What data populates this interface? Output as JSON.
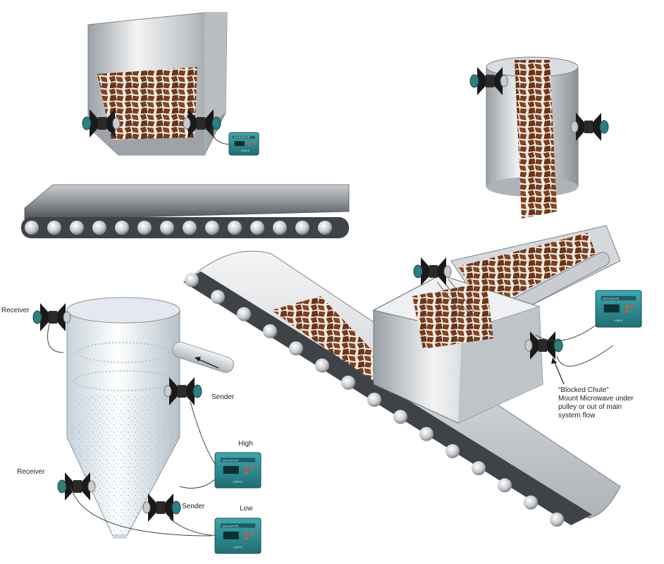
{
  "labels": {
    "receiver_top": "Receiver",
    "receiver_bottom": "Receiver",
    "sender_top": "Sender",
    "sender_bottom": "Sender",
    "high": "High",
    "low": "Low"
  },
  "callout": {
    "line1": "“Blocked Chute”",
    "line2": "Mount Microwave under",
    "line3": "pulley or out of main",
    "line4": "system flow"
  },
  "controller": {
    "brand": "DICKSATOR",
    "mark": "LSW-X"
  },
  "colors": {
    "ore": "#7a3b1a",
    "ore_dark": "#4e220c",
    "steel_light": "#eceef0",
    "steel_mid": "#b9bec4",
    "steel_dark": "#6e7379",
    "belt": "#3f4348",
    "controller": "#2f8f94",
    "sensor_body": "#1a1a1a",
    "sensor_cap": "#2e7f80",
    "powder": "#9cc7d6"
  },
  "icons": [
    "microwave-sensor-icon",
    "controller-icon",
    "flow-arrow-icon"
  ]
}
